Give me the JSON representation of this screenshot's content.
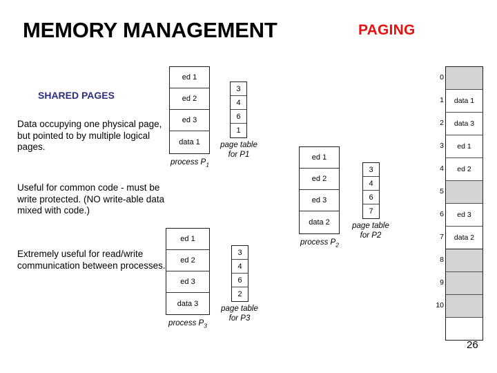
{
  "slide": {
    "title": "MEMORY MANAGEMENT",
    "subtitle": "PAGING",
    "page_number": "26",
    "accent_red": "#e8120f",
    "accent_navy": "#2b2f7e",
    "empty_frame_color": "#d4d4d4"
  },
  "notes": {
    "heading": "SHARED PAGES",
    "paragraphs": [
      "Data occupying one physical page, but pointed to by multiple logical pages.",
      "Useful for common code - must be write protected. (NO write-able data mixed with code.)",
      "Extremely useful for read/write communication between processes."
    ]
  },
  "processes": [
    {
      "id": "P1",
      "caption_prefix": "process",
      "caption_sub": "1",
      "pages": [
        "ed 1",
        "ed 2",
        "ed 3",
        "data 1"
      ],
      "page_table": {
        "caption_line1": "page table",
        "caption_line2_prefix": "for",
        "caption_sub": "1",
        "entries": [
          "3",
          "4",
          "6",
          "1"
        ]
      }
    },
    {
      "id": "P2",
      "caption_prefix": "process",
      "caption_sub": "2",
      "pages": [
        "ed 1",
        "ed 2",
        "ed 3",
        "data 2"
      ],
      "page_table": {
        "caption_line1": "page table",
        "caption_line2_prefix": "for",
        "caption_sub": "2",
        "entries": [
          "3",
          "4",
          "6",
          "7"
        ]
      }
    },
    {
      "id": "P3",
      "caption_prefix": "process",
      "caption_sub": "3",
      "pages": [
        "ed 1",
        "ed 2",
        "ed 3",
        "data 3"
      ],
      "page_table": {
        "caption_line1": "page table",
        "caption_line2_prefix": "for",
        "caption_sub": "3",
        "entries": [
          "3",
          "4",
          "6",
          "2"
        ]
      }
    }
  ],
  "physical_memory": {
    "frames": [
      {
        "index": "0",
        "label": "",
        "occupied": false
      },
      {
        "index": "1",
        "label": "data 1",
        "occupied": true
      },
      {
        "index": "2",
        "label": "data 3",
        "occupied": true
      },
      {
        "index": "3",
        "label": "ed 1",
        "occupied": true
      },
      {
        "index": "4",
        "label": "ed 2",
        "occupied": true
      },
      {
        "index": "5",
        "label": "",
        "occupied": false
      },
      {
        "index": "6",
        "label": "ed 3",
        "occupied": true
      },
      {
        "index": "7",
        "label": "data 2",
        "occupied": true
      },
      {
        "index": "8",
        "label": "",
        "occupied": false
      },
      {
        "index": "9",
        "label": "",
        "occupied": false
      },
      {
        "index": "10",
        "label": "",
        "occupied": false
      }
    ]
  }
}
